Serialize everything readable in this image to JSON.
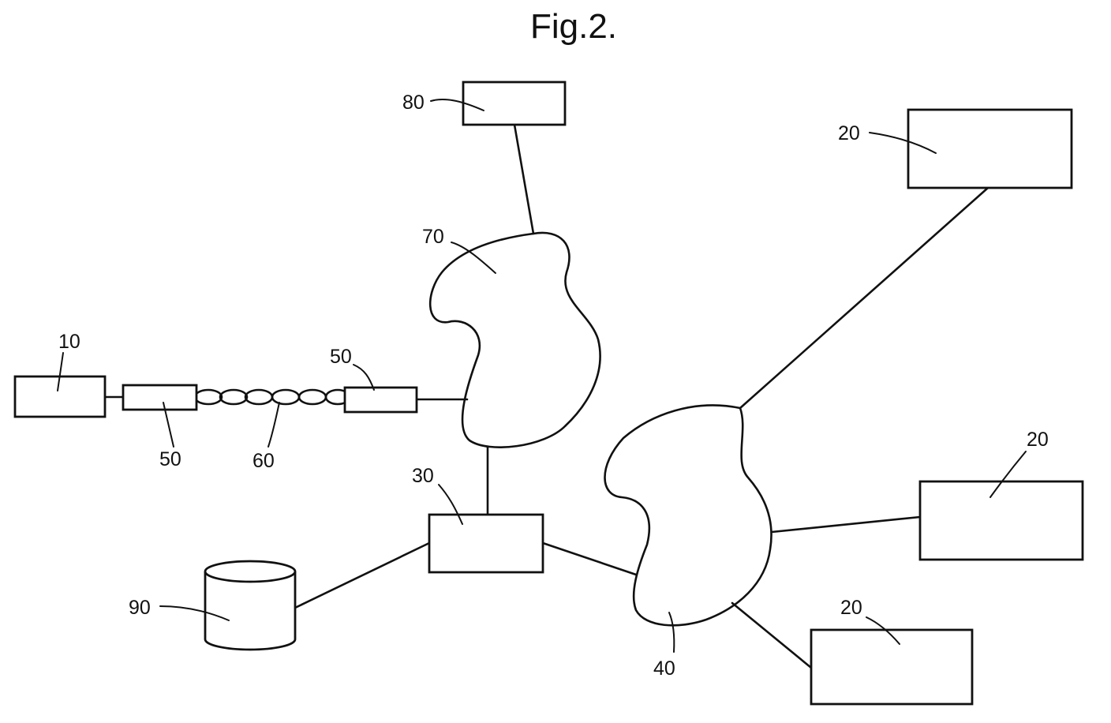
{
  "figure": {
    "title": "Fig.2."
  },
  "labels": {
    "device_10": "10",
    "connector_left_50": "50",
    "connector_right_50": "50",
    "cable_60": "60",
    "server_30": "30",
    "database_90": "90",
    "box_80": "80",
    "network_70": "70",
    "network_40": "40",
    "terminal_top_20": "20",
    "terminal_mid_20": "20",
    "terminal_bottom_20": "20"
  }
}
